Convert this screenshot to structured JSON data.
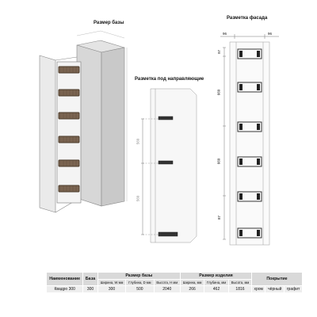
{
  "titles": {
    "base": "Размер базы",
    "facade": "Разметка фасада",
    "guide": "Разметка под направляющие"
  },
  "dims": {
    "facade_top_left": "96",
    "facade_top_right": "96",
    "facade_side": [
      "97",
      "660",
      "660",
      "87"
    ],
    "guide_side": [
      "560",
      "560"
    ]
  },
  "table": {
    "headers": {
      "name": "Наименование",
      "base": "База",
      "base_size": "Размер базы",
      "item_size": "Размер изделия",
      "coating": "Покрытие"
    },
    "subheaders": {
      "base_w": "Ширина, W мм",
      "base_d": "Глубина, D мм",
      "base_h": "Высота, H мм",
      "item_w": "Ширина, мм",
      "item_d": "Глубина, мм",
      "item_h": "Высота, мм"
    },
    "row": {
      "name": "Квадро 300",
      "base": "300",
      "base_w": "300",
      "base_d": "500",
      "base_h": "2040",
      "item_w": "266",
      "item_d": "462",
      "item_h": "1816",
      "coat1": "хром",
      "coat2": "чёрный",
      "coat3": "графит"
    }
  }
}
